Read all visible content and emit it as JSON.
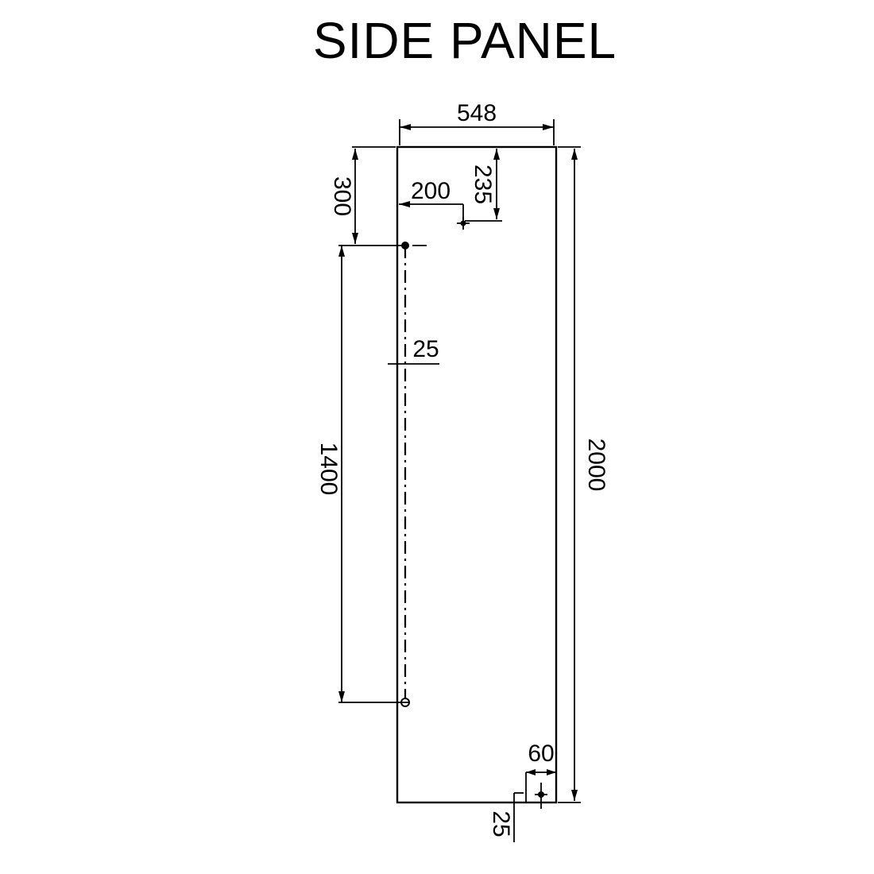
{
  "title": "SIDE PANEL",
  "dims": {
    "width": "548",
    "height": "2000",
    "top_to_hole": "300",
    "hole_spacing": "1400",
    "hinge_x": "200",
    "hinge_y": "235",
    "centerline_inset": "25",
    "bottom_inset_x": "60",
    "bottom_inset_y": "25"
  },
  "colors": {
    "line": "#000000",
    "background": "#ffffff"
  }
}
